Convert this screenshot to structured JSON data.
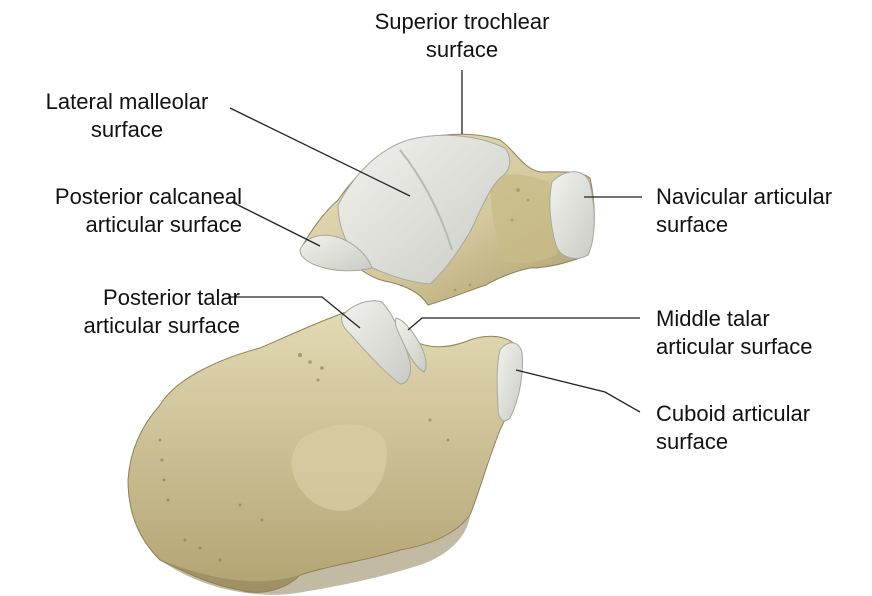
{
  "labels": {
    "superior_trochlear": [
      "Superior trochlear",
      "surface"
    ],
    "lateral_malleolar": [
      "Lateral malleolar",
      "surface"
    ],
    "posterior_calcaneal": [
      "Posterior calcaneal",
      "articular surface"
    ],
    "navicular": [
      "Navicular articular",
      "surface"
    ],
    "posterior_talar": [
      "Posterior talar",
      "articular surface"
    ],
    "middle_talar": [
      "Middle talar",
      "articular surface"
    ],
    "cuboid": [
      "Cuboid articular",
      "surface"
    ]
  },
  "colors": {
    "bone": "#d8cfa6",
    "bone_shadow": "#b7a878",
    "bone_dark": "#9a8a5c",
    "cartilage": "#e6e7e1",
    "cartilage_shadow": "#c7c9c2",
    "leader_line": "#222222"
  }
}
